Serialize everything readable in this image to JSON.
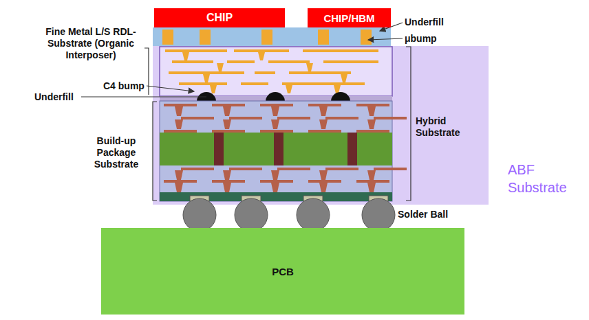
{
  "diagram": {
    "nodes": [
      {
        "text": [
          "CHIP"
        ]
      },
      {
        "text": [
          "CHIP/HBM"
        ]
      },
      {
        "text": [
          "PCB"
        ]
      }
    ],
    "labels": [
      "Fine Metal L/S RDL-Substrate (Organic Interposer)",
      "Underfill",
      "μbump",
      "C4 bump",
      "Underfill",
      "Hybrid Substrate",
      "Build-up Package Substrate",
      "Solder Ball",
      "ABF Substrate"
    ]
  }
}
